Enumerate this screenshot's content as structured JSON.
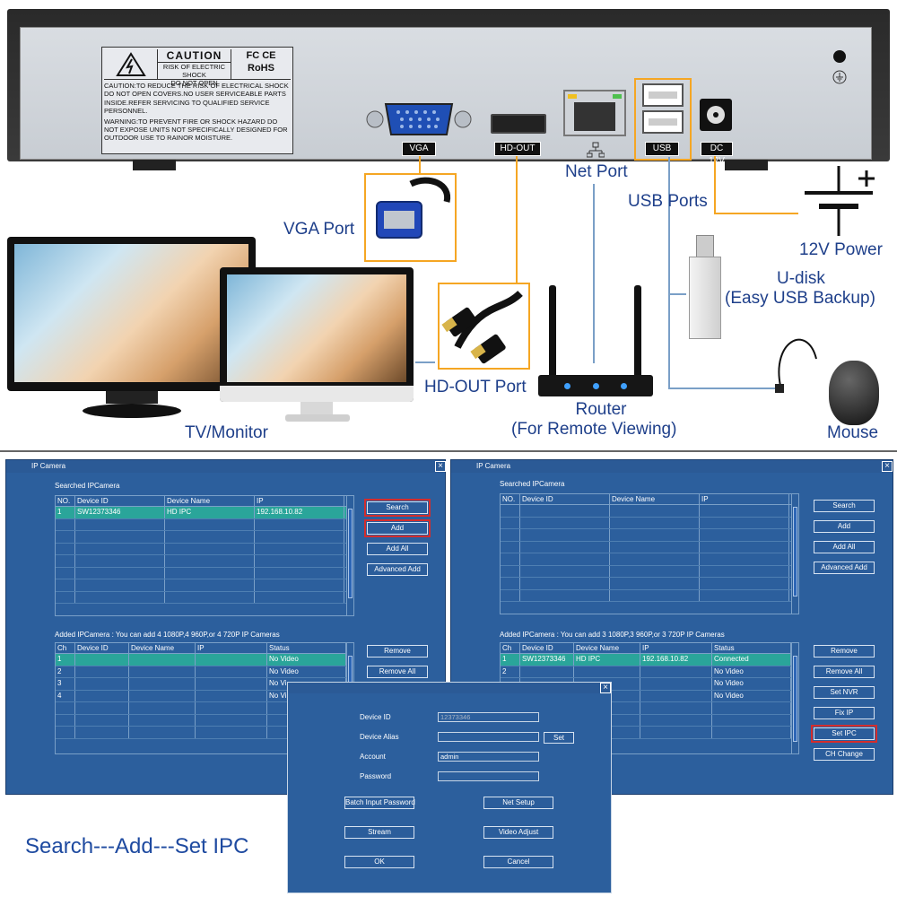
{
  "nvr_panel": {
    "caution_title": "CAUTION",
    "caution_sub_1": "RISK OF ELECTRIC SHOCK",
    "caution_sub_2": "DO NOT OPEN",
    "cert_marks": "FC CE",
    "rohs": "RoHS",
    "caution_text": "CAUTION:TO REDUCE THE RISK OF ELECTRICAL SHOCK DO NOT OPEN COVERS.NO USER SERVICEABLE PARTS INSIDE.REFER SERVICING TO QUALIFIED SERVICE PERSONNEL.",
    "warning_text": "WARNING:TO PREVENT FIRE OR SHOCK HAZARD DO NOT EXPOSE UNITS NOT SPECIFICALLY DESIGNED FOR OUTDOOR USE TO RAINOR MOISTURE.",
    "port_vga": "VGA",
    "port_hdout": "HD-OUT",
    "port_usb": "USB",
    "port_dc": "DC 12V"
  },
  "captions": {
    "net_port": "Net Port",
    "usb_ports": "USB Ports",
    "vga_port": "VGA Port",
    "power": "12V Power",
    "udisk_1": "U-disk",
    "udisk_2": "(Easy USB Backup)",
    "hdout_port": "HD-OUT Port",
    "router_1": "Router",
    "router_2": "(For Remote Viewing)",
    "tv_monitor": "TV/Monitor",
    "mouse": "Mouse",
    "steps": "Search---Add---Set IPC"
  },
  "dialog_left": {
    "title": "IP Camera",
    "searched_label": "Searched IPCamera",
    "search_headers": [
      "NO.",
      "Device ID",
      "Device Name",
      "IP"
    ],
    "search_rows": [
      [
        "1",
        "SW12373346",
        "HD IPC",
        "192.168.10.82"
      ]
    ],
    "added_label": "Added IPCamera : You can add 4 1080P,4 960P,or 4 720P IP Cameras",
    "added_headers": [
      "Ch",
      "Device ID",
      "Device Name",
      "IP",
      "Status"
    ],
    "added_rows": [
      [
        "1",
        "",
        "",
        "",
        "No Video"
      ],
      [
        "2",
        "",
        "",
        "",
        "No Video"
      ],
      [
        "3",
        "",
        "",
        "",
        "No Vi"
      ],
      [
        "4",
        "",
        "",
        "",
        "No Vi"
      ]
    ],
    "buttons": {
      "search": "Search",
      "add": "Add",
      "add_all": "Add All",
      "advanced_add": "Advanced Add",
      "remove": "Remove",
      "remove_all": "Remove All"
    }
  },
  "dialog_right": {
    "title": "IP Camera",
    "searched_label": "Searched IPCamera",
    "search_headers": [
      "NO.",
      "Device ID",
      "Device Name",
      "IP"
    ],
    "added_label": "Added IPCamera : You can add 3 1080P,3 960P,or 3 720P IP Cameras",
    "added_headers": [
      "Ch",
      "Device ID",
      "Device Name",
      "IP",
      "Status"
    ],
    "added_rows": [
      [
        "1",
        "SW12373346",
        "HD IPC",
        "192.168.10.82",
        "Connected"
      ],
      [
        "2",
        "",
        "",
        "",
        "No Video"
      ],
      [
        "",
        "",
        "",
        "",
        "No Video"
      ],
      [
        "",
        "",
        "",
        "",
        "No Video"
      ]
    ],
    "buttons": {
      "search": "Search",
      "add": "Add",
      "add_all": "Add All",
      "advanced_add": "Advanced Add",
      "remove": "Remove",
      "remove_all": "Remove All",
      "set_nvr": "Set NVR",
      "fix_ip": "Fix IP",
      "set_ipc": "Set IPC",
      "ch_change": "CH Change"
    }
  },
  "dialog_setipc": {
    "device_id_label": "Device ID",
    "device_id_value": "12373346",
    "device_alias_label": "Device Alias",
    "device_alias_value": "",
    "account_label": "Account",
    "account_value": "admin",
    "password_label": "Password",
    "password_value": "",
    "set_button": "Set",
    "batch_button": "Batch Input Password",
    "net_setup_button": "Net Setup",
    "stream_button": "Stream",
    "video_adjust_button": "Video Adjust",
    "ok_button": "OK",
    "cancel_button": "Cancel"
  },
  "colors": {
    "dialog_bg": "#2c5f9d",
    "selected_row": "#2aa59a",
    "highlight_orange": "#f5a623",
    "highlight_red": "#d32d2d",
    "caption_blue": "#1e3f8a"
  }
}
